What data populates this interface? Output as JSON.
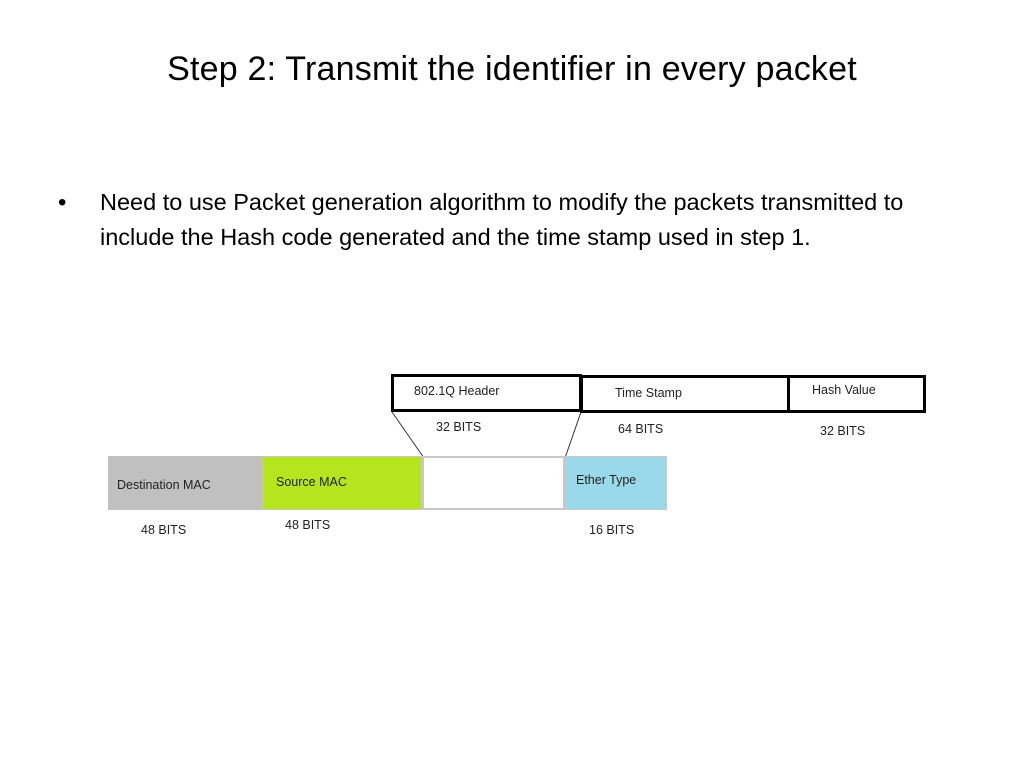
{
  "slide": {
    "title": "Step 2: Transmit the identifier in every packet",
    "bullet": {
      "mark": "•",
      "text": "Need to use Packet generation algorithm to modify the packets transmitted to include the Hash code generated and the time stamp used in step 1."
    }
  },
  "diagram": {
    "top_fields": [
      {
        "label": "802.1Q Header",
        "bits": "32 BITS"
      },
      {
        "label": "Time Stamp",
        "bits": "64 BITS"
      },
      {
        "label": "Hash Value",
        "bits": "32 BITS"
      }
    ],
    "bottom_fields": [
      {
        "label": "Destination MAC",
        "bits": "48 BITS",
        "color": "#c0c0c0"
      },
      {
        "label": "Source MAC",
        "bits": "48 BITS",
        "color": "#b5e61d"
      },
      {
        "label": "",
        "bits": "",
        "color": "#ffffff"
      },
      {
        "label": "Ether Type",
        "bits": "16 BITS",
        "color": "#99d9ea"
      }
    ]
  }
}
